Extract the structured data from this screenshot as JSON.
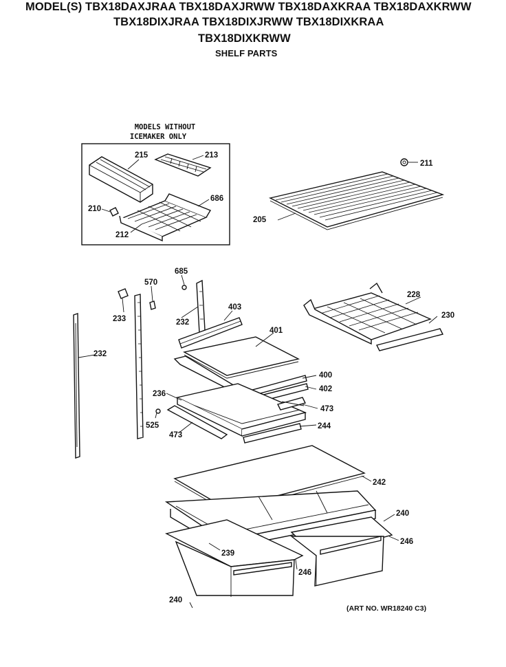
{
  "header": {
    "line1": "MODEL(S) TBX18DAXJRAA  TBX18DAXJRWW  TBX18DAXKRAA  TBX18DAXKRWW",
    "line2": "TBX18DIXJRAA  TBX18DIXJRWW  TBX18DIXKRAA",
    "line3": "TBX18DIXKRWW",
    "section": "SHELF PARTS"
  },
  "inset": {
    "note_line1": "MODELS WITHOUT",
    "note_line2": "ICEMAKER ONLY"
  },
  "callouts": {
    "c215": "215",
    "c213": "213",
    "c210": "210",
    "c212": "212",
    "c686": "686",
    "c211": "211",
    "c205": "205",
    "c685": "685",
    "c570": "570",
    "c403": "403",
    "c233": "233",
    "c232a": "232",
    "c228": "228",
    "c230": "230",
    "c401": "401",
    "c232b": "232",
    "c400": "400",
    "c402": "402",
    "c236": "236",
    "c473a": "473",
    "c525": "525",
    "c244": "244",
    "c473b": "473",
    "c242": "242",
    "c240a": "240",
    "c246a": "246",
    "c239": "239",
    "c246b": "246",
    "c240b": "240"
  },
  "art_number": "(ART NO. WR18240 C3)"
}
